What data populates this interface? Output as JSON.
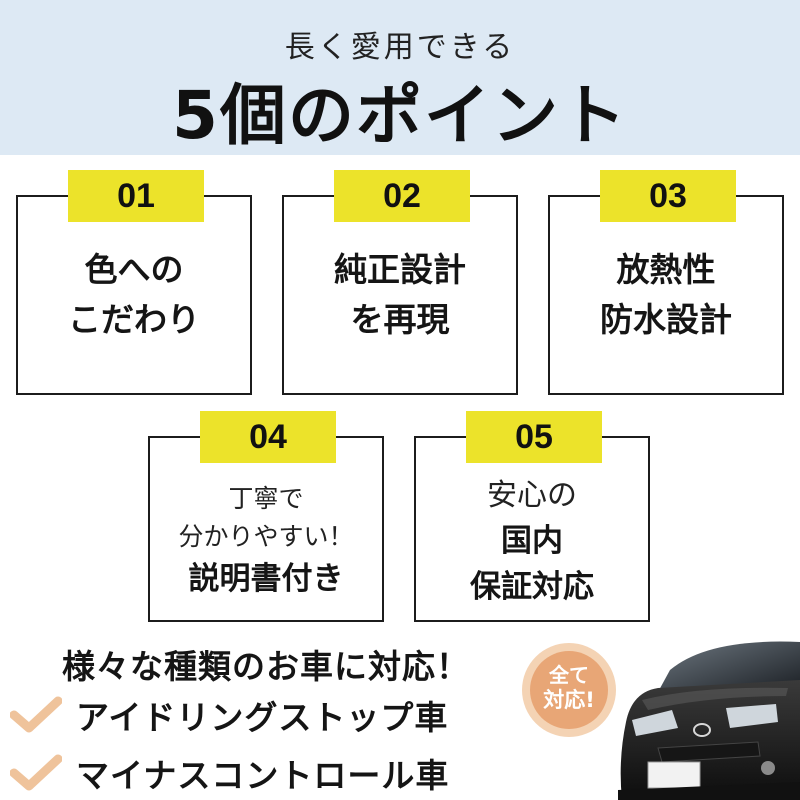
{
  "header": {
    "subtitle": "長く愛用できる",
    "title": "5個のポイント"
  },
  "points": [
    {
      "number": "01",
      "lines": [
        "色への",
        "こだわり"
      ]
    },
    {
      "number": "02",
      "lines": [
        "純正設計",
        "を再現"
      ]
    },
    {
      "number": "03",
      "lines": [
        "放熱性",
        "防水設計"
      ]
    },
    {
      "number": "04",
      "lines": [
        "丁寧で",
        "分かりやすい！",
        "説明書付き"
      ]
    },
    {
      "number": "05",
      "lines": [
        "安心の",
        "国内",
        "保証対応"
      ]
    }
  ],
  "compatibility": {
    "heading": "様々な種類のお車に対応！",
    "items": [
      "アイドリングストップ車",
      "マイナスコントロール車"
    ],
    "stamp_line1": "全て",
    "stamp_line2": "対応!"
  },
  "colors": {
    "header_bg": "#dde9f4",
    "badge_yellow": "#ece32a",
    "check_orange": "#efc39b",
    "stamp_orange": "#e8a676"
  },
  "icons": {
    "check": "check-icon",
    "car": "car-photo"
  }
}
